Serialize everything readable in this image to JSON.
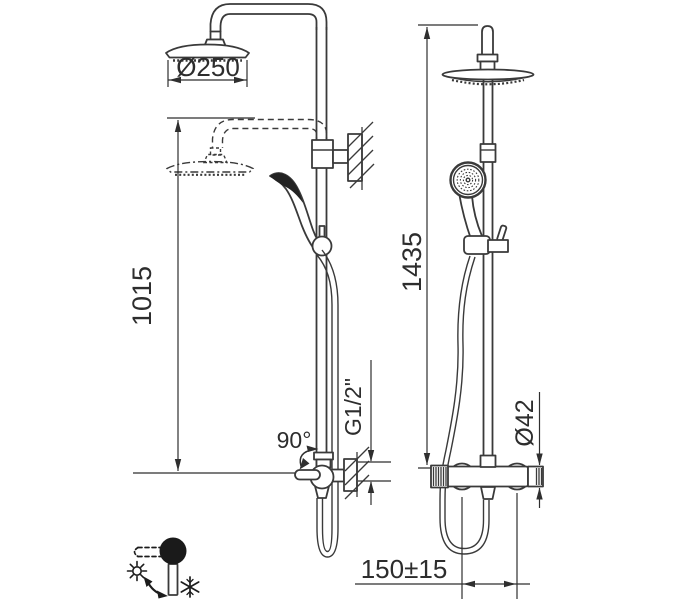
{
  "page": {
    "background": "#ffffff"
  },
  "drawing": {
    "line_color": "#3a3a3a",
    "text_color": "#2d2d2d",
    "views": {
      "side": {
        "name": "side-view",
        "dimensions": {
          "head_diameter": "Ø250",
          "riser_height": "1015",
          "swivel_angle": "90°",
          "wall_thread": "G1/2\""
        }
      },
      "front": {
        "name": "front-view",
        "dimensions": {
          "overall_height": "1435",
          "valve_body_diameter": "Ø42",
          "inlet_spacing": "150±15"
        }
      }
    },
    "legend": {
      "icons": [
        "temperature-knob-icon",
        "sun-icon",
        "temperature-range-arrow-icon",
        "snowflake-icon"
      ]
    }
  }
}
